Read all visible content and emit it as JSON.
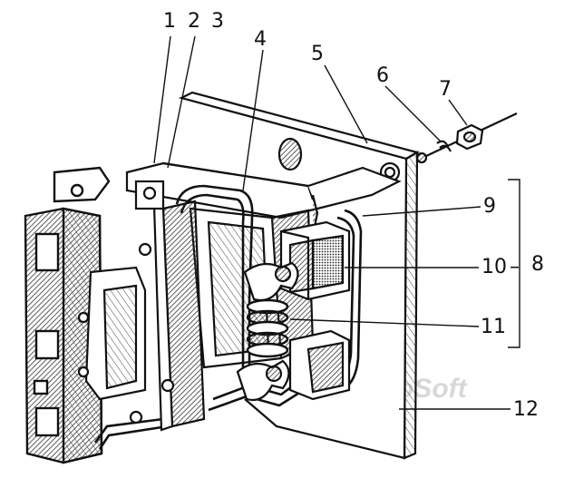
{
  "diagram": {
    "callouts": [
      {
        "id": "c1",
        "label": "1"
      },
      {
        "id": "c2",
        "label": "2"
      },
      {
        "id": "c3",
        "label": "3"
      },
      {
        "id": "c4",
        "label": "4"
      },
      {
        "id": "c5",
        "label": "5"
      },
      {
        "id": "c6",
        "label": "6"
      },
      {
        "id": "c7",
        "label": "7"
      },
      {
        "id": "c8",
        "label": "8"
      },
      {
        "id": "c9",
        "label": "9"
      },
      {
        "id": "c10",
        "label": "10"
      },
      {
        "id": "c11",
        "label": "11"
      },
      {
        "id": "c12",
        "label": "12"
      }
    ],
    "group_dash": "–",
    "watermark": "AutoSoft"
  },
  "colors": {
    "ink": "#111111",
    "paper": "#ffffff",
    "hatch": "#333333",
    "watermark": "#d8d8d8"
  }
}
